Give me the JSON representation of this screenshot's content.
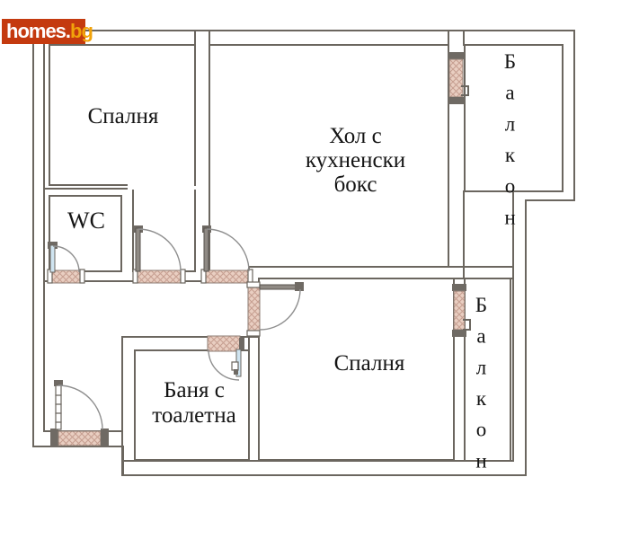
{
  "logo": {
    "brand": "homes",
    "dot": ".",
    "tld": "bg",
    "bg_color": "#c43a0f",
    "brand_color": "#ffffff",
    "tld_color": "#f1a30a"
  },
  "floor_plan": {
    "labels": {
      "bedroom_top": "Спалня",
      "living_lines": [
        "Хол с",
        "кухненски",
        "бокс"
      ],
      "balcony_top": "Балкон",
      "wc": "WC",
      "bathroom_lines": [
        "Баня с",
        "тоалетна"
      ],
      "bedroom_bottom": "Спалня",
      "balcony_right": "Балкон"
    },
    "colors": {
      "wall_line": "#6b665f",
      "window_fill": "#e9cec1",
      "window_hatch": "#c7a092",
      "fixture_dark": "#6f6a64",
      "door_glass": "#cfe4f0",
      "label_text": "#141414"
    }
  }
}
